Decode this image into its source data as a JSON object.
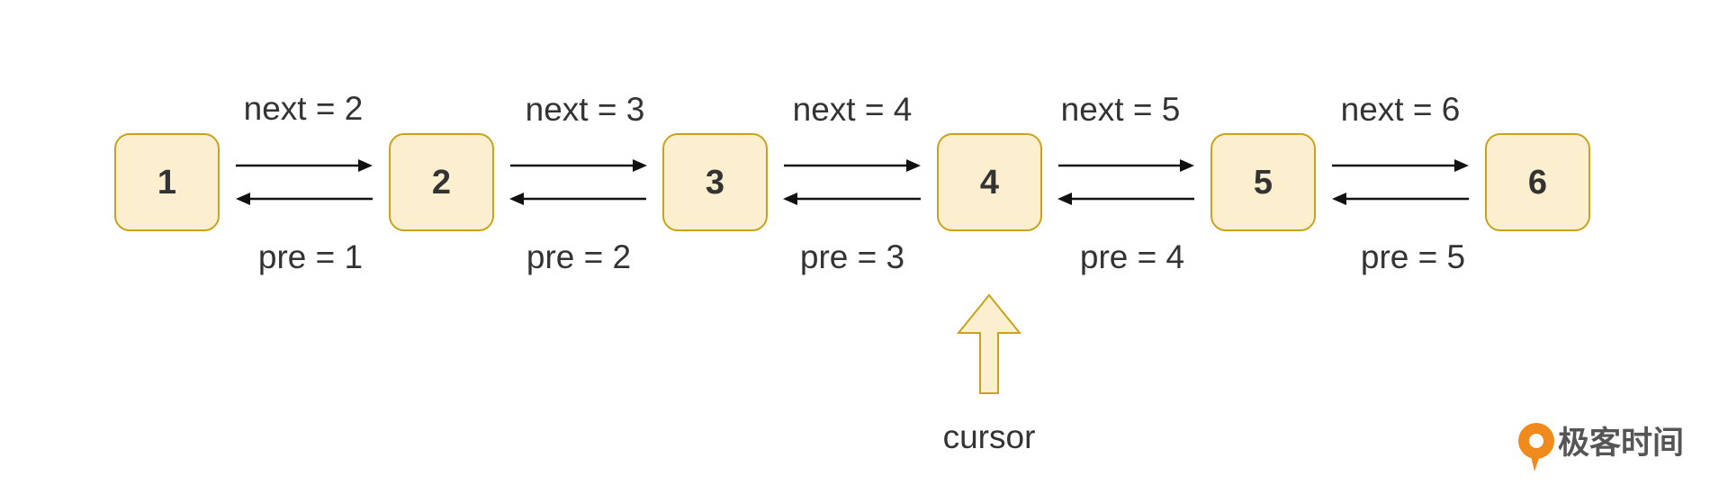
{
  "nodes": [
    "1",
    "2",
    "3",
    "4",
    "5",
    "6"
  ],
  "links": [
    {
      "next": "next = 2",
      "pre": "pre = 1"
    },
    {
      "next": "next = 3",
      "pre": "pre = 2"
    },
    {
      "next": "next = 4",
      "pre": "pre = 3"
    },
    {
      "next": "next = 5",
      "pre": "pre = 4"
    },
    {
      "next": "next = 6",
      "pre": "pre = 5"
    }
  ],
  "cursor": {
    "label": "cursor",
    "node_index": 3
  },
  "brand": {
    "text": "极客时间"
  },
  "colors": {
    "node_fill": "#fbefcf",
    "node_stroke": "#c9a31c",
    "text": "#333333",
    "arrow": "#111111",
    "brand_orange": "#f08a1c"
  }
}
